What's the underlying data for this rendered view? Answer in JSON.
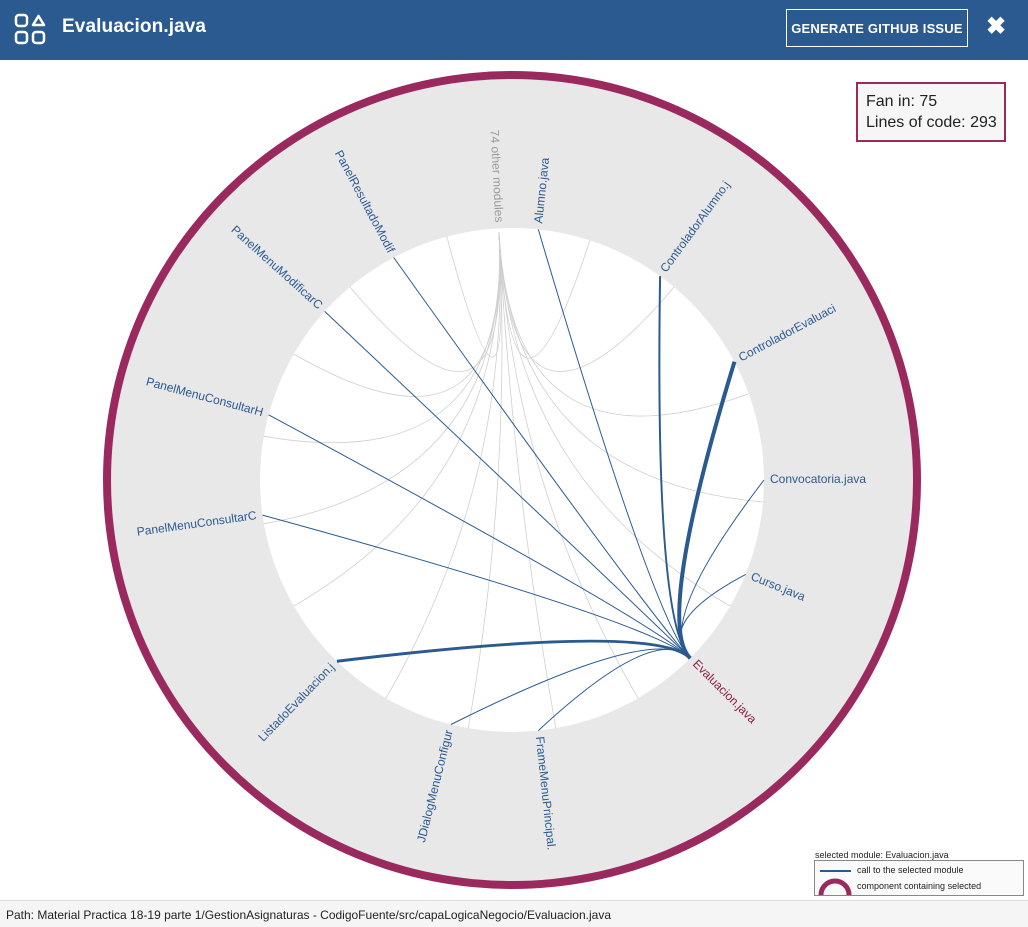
{
  "header": {
    "title": "Evaluacion.java",
    "github_button": "GENERATE GITHUB ISSUE",
    "app_icon": "grid-shapes-icon",
    "close_icon": "close-icon"
  },
  "colors": {
    "header_bg": "#2b5a91",
    "outer_ring": "#9a2a5e",
    "link_blue": "#2b5a91",
    "selected": "#8a1d45",
    "other": "#999999"
  },
  "metrics": {
    "fan_in": "Fan in: 75",
    "loc": "Lines of code: 293"
  },
  "selected_label": "Evaluacion.java",
  "other_label": "74 other modules",
  "modules": [
    {
      "name": "Alumno.java",
      "weight": 1
    },
    {
      "name": "ControladorAlumno.j",
      "weight": 2
    },
    {
      "name": "ControladorEvaluaci",
      "weight": 4
    },
    {
      "name": "Convocatoria.java",
      "weight": 1
    },
    {
      "name": "Curso.java",
      "weight": 1
    },
    {
      "name": "FrameMenuPrincipal.",
      "weight": 1
    },
    {
      "name": "JDialogMenuConfigur",
      "weight": 1
    },
    {
      "name": "ListadoEvaluacion.j",
      "weight": 3
    },
    {
      "name": "PanelMenuConsultarC",
      "weight": 1
    },
    {
      "name": "PanelMenuConsultarH",
      "weight": 1
    },
    {
      "name": "PanelMenuModificarC",
      "weight": 1
    },
    {
      "name": "PanelResultadoModif",
      "weight": 1
    }
  ],
  "legend": {
    "title": "selected module: Evaluacion.java",
    "call": "call to the selected module",
    "component": "component containing selected"
  },
  "footer": {
    "path": "Path: Material Practica 18-19 parte 1/GestionAsignaturas - CodigoFuente/src/capaLogicaNegocio/Evaluacion.java"
  }
}
